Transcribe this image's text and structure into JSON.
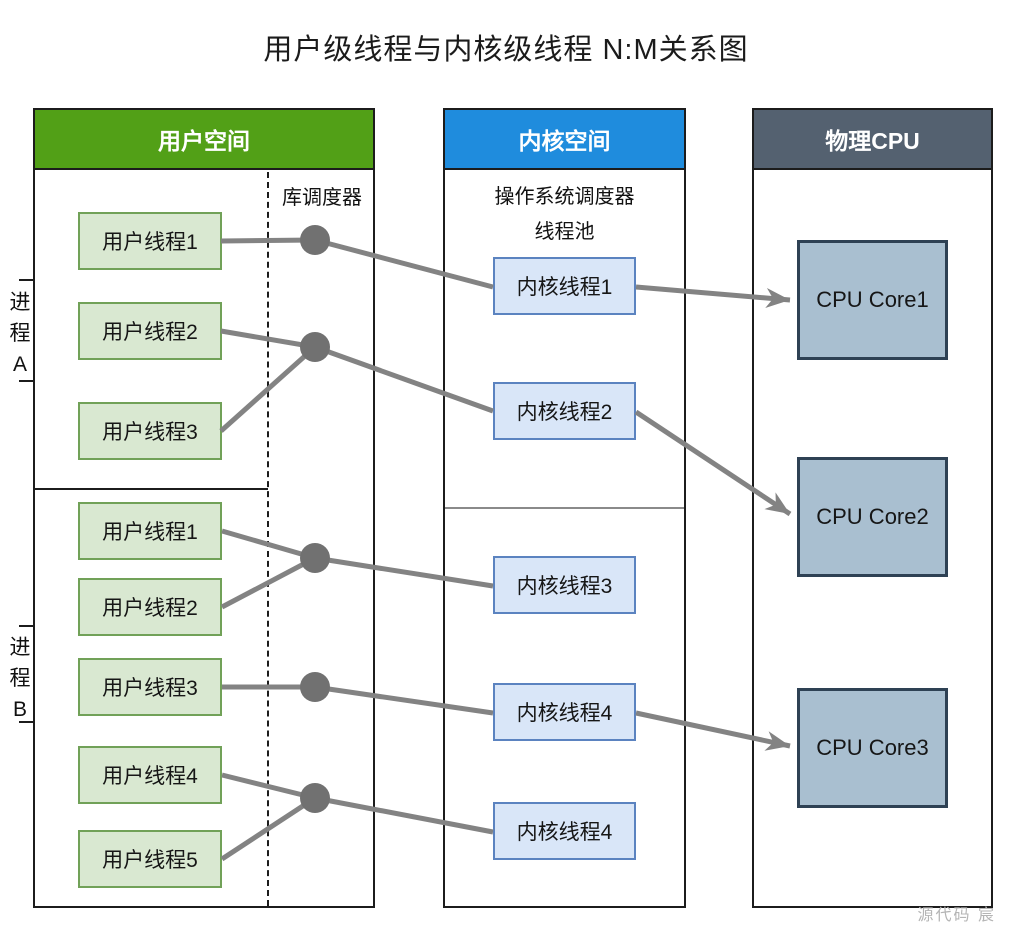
{
  "title": "用户级线程与内核级线程 N:M关系图",
  "watermark": "源代码 宸",
  "colors": {
    "outline": "#1c1c1c",
    "user_header_bg": "#52a017",
    "kernel_header_bg": "#1f8cdd",
    "cpu_header_bg": "#546170",
    "user_node_bg": "#d9e8d1",
    "user_node_border": "#71a158",
    "kernel_node_bg": "#d9e6f8",
    "kernel_node_border": "#5b83c0",
    "cpu_node_bg": "#a9bfd0",
    "cpu_node_border": "#2e4154",
    "wire_gray": "#838383",
    "hub_gray": "#717171"
  },
  "user_space": {
    "header": "用户空间",
    "scheduler_label": "库调度器",
    "process_a": {
      "label": "进程A",
      "threads": [
        "用户线程1",
        "用户线程2",
        "用户线程3"
      ]
    },
    "process_b": {
      "label": "进程B",
      "threads": [
        "用户线程1",
        "用户线程2",
        "用户线程3",
        "用户线程4",
        "用户线程5"
      ]
    }
  },
  "kernel_space": {
    "header": "内核空间",
    "scheduler_line1": "操作系统调度器",
    "scheduler_line2": "线程池",
    "threads": [
      "内核线程1",
      "内核线程2",
      "内核线程3",
      "内核线程4",
      "内核线程4"
    ]
  },
  "physical_cpu": {
    "header": "物理CPU",
    "cores": [
      "CPU Core1",
      "CPU Core2",
      "CPU Core3"
    ]
  },
  "connections": {
    "user_to_hub": [
      {
        "from": "A-用户线程1",
        "hub": 1
      },
      {
        "from": "A-用户线程2",
        "hub": 2
      },
      {
        "from": "A-用户线程3",
        "hub": 2
      },
      {
        "from": "B-用户线程1",
        "hub": 3
      },
      {
        "from": "B-用户线程2",
        "hub": 3
      },
      {
        "from": "B-用户线程3",
        "hub": 4
      },
      {
        "from": "B-用户线程4",
        "hub": 5
      },
      {
        "from": "B-用户线程5",
        "hub": 5
      }
    ],
    "hub_to_kernel": [
      {
        "hub": 1,
        "to": "内核线程1"
      },
      {
        "hub": 2,
        "to": "内核线程2"
      },
      {
        "hub": 3,
        "to": "内核线程3"
      },
      {
        "hub": 4,
        "to": "内核线程4"
      },
      {
        "hub": 5,
        "to": "内核线程4(下)"
      }
    ],
    "kernel_to_cpu": [
      {
        "from": "内核线程1",
        "to": "CPU Core1"
      },
      {
        "from": "内核线程2",
        "to": "CPU Core2"
      },
      {
        "from": "内核线程4",
        "to": "CPU Core3"
      }
    ]
  }
}
